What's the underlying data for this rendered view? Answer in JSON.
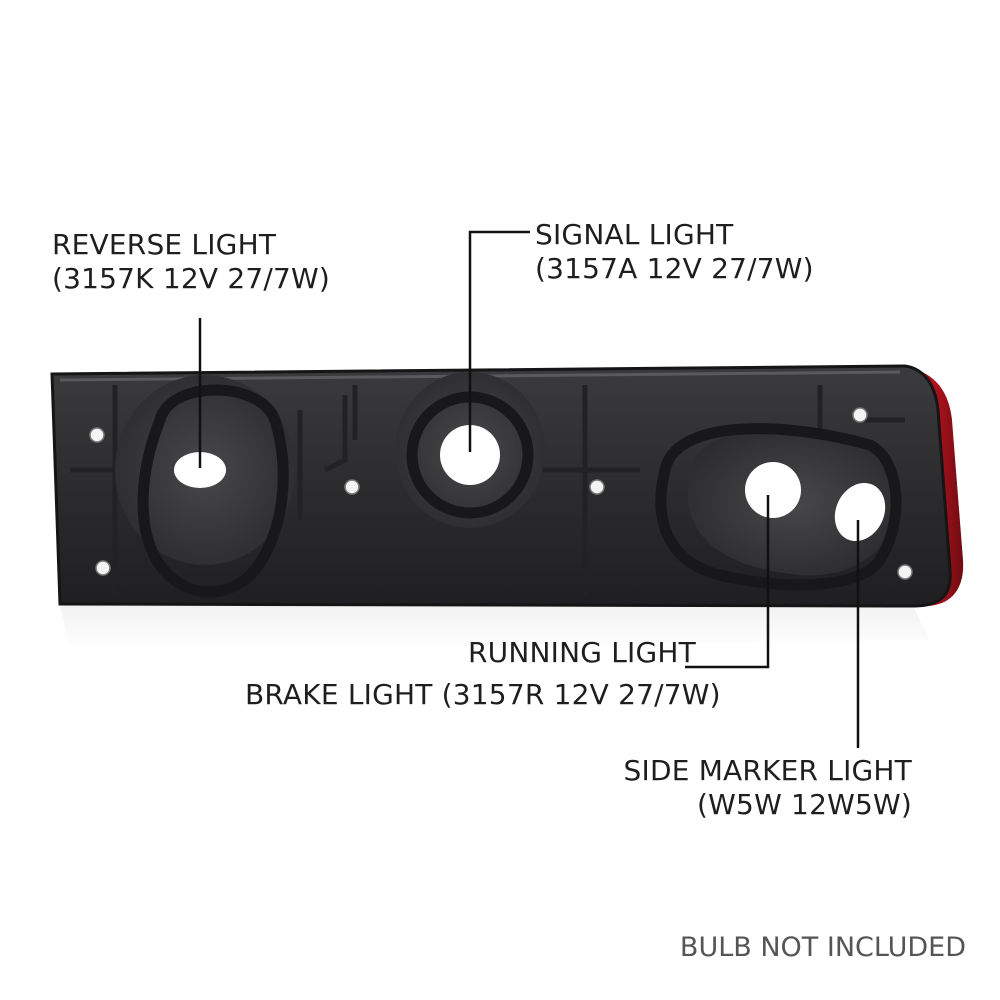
{
  "callouts": {
    "reverse": {
      "name": "REVERSE LIGHT",
      "spec": "(3157K  12V 27/7W)"
    },
    "signal": {
      "name": "SIGNAL LIGHT",
      "spec": "(3157A  12V 27/7W)"
    },
    "running": {
      "name": "RUNNING LIGHT"
    },
    "brake": {
      "name": "BRAKE LIGHT (3157R  12V 27/7W)"
    },
    "side_marker": {
      "name": "SIDE MARKER LIGHT",
      "spec": "(W5W 12W5W)"
    }
  },
  "footnote": "BULB NOT INCLUDED",
  "colors": {
    "housing": "#2f2f31",
    "lens_red": "#b3121d",
    "leader_line": "#111111"
  }
}
